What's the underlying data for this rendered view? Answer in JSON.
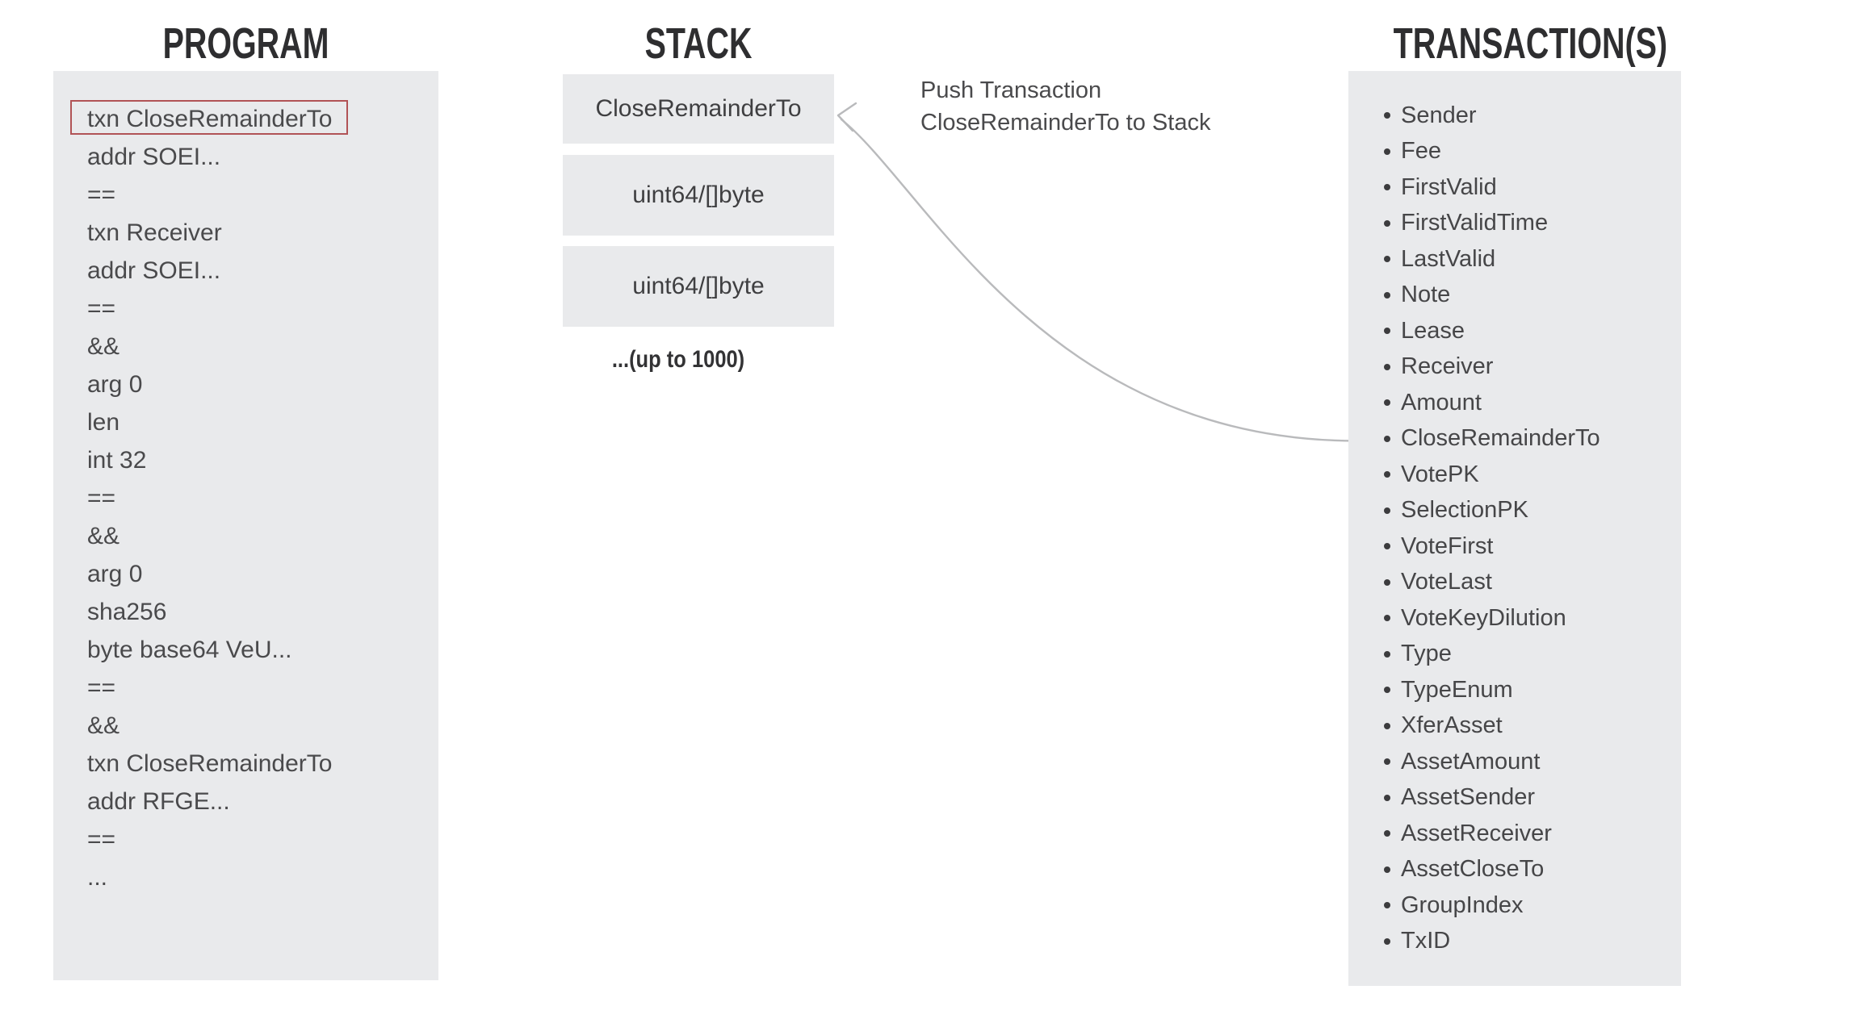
{
  "diagram": {
    "program": {
      "title": "PROGRAM",
      "lines": [
        {
          "text": "txn CloseRemainderTo",
          "class": "boxed"
        },
        "addr SOEI...",
        "==",
        "txn Receiver",
        "addr SOEI...",
        "==",
        "&&",
        "arg 0",
        "len",
        "int 32",
        "==",
        "&&",
        "arg 0",
        "sha256",
        "byte base64 VeU...",
        "==",
        "&&",
        "txn CloseRemainderTo",
        "addr RFGE...",
        "==",
        "..."
      ]
    },
    "stack": {
      "title": "STACK",
      "cells": [
        "CloseRemainderTo",
        "uint64/[]byte",
        "uint64/[]byte"
      ],
      "capacity_note": "...(up to 1000)"
    },
    "transactions": {
      "title": "TRANSACTION(S)",
      "fields": [
        "Sender",
        "Fee",
        "FirstValid",
        "FirstValidTime",
        "LastValid",
        "Note",
        "Lease",
        "Receiver",
        "Amount",
        "CloseRemainderTo",
        "VotePK",
        "SelectionPK",
        "VoteFirst",
        "VoteLast",
        "VoteKeyDilution",
        "Type",
        "TypeEnum",
        "XferAsset",
        "AssetAmount",
        "AssetSender",
        "AssetReceiver",
        "AssetCloseTo",
        "GroupIndex",
        "TxID"
      ]
    },
    "annotation": {
      "line1": "Push Transaction",
      "line2": "CloseRemainderTo to Stack"
    }
  },
  "colors": {
    "panel_gray": "#e9eaec",
    "title_dark": "#2e2e30",
    "text_dark": "#4a4a4c",
    "highlight_red": "#b15356",
    "arrow_gray": "#b9babc"
  }
}
